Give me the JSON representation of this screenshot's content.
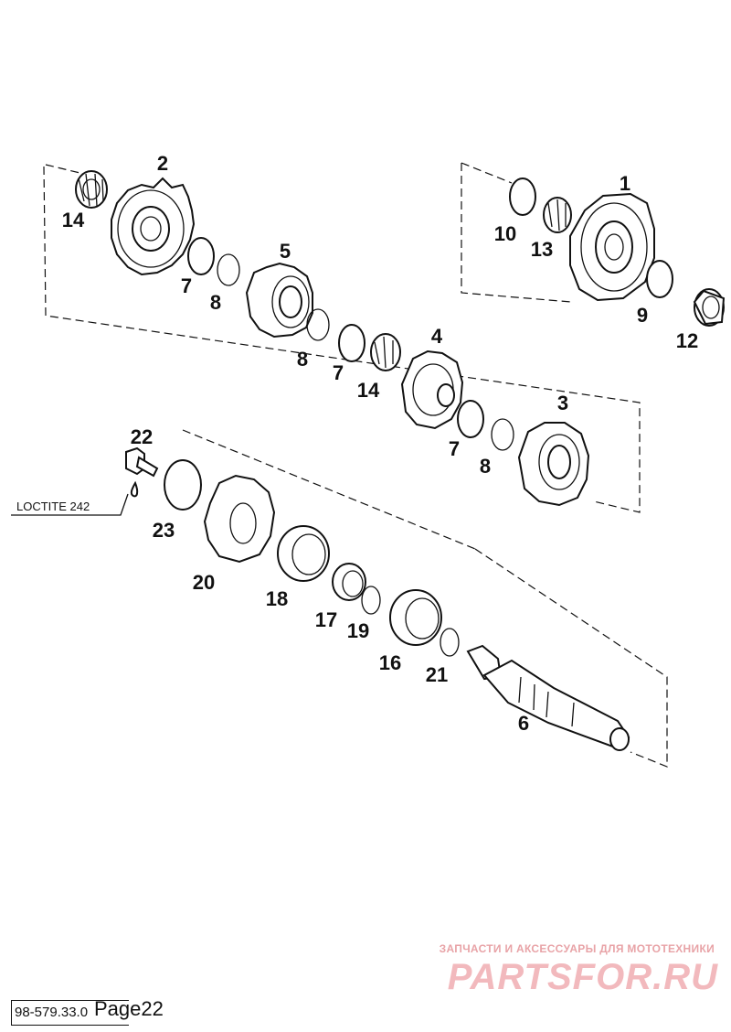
{
  "callouts": [
    {
      "id": "c1",
      "text": "1"
    },
    {
      "id": "c2",
      "text": "2"
    },
    {
      "id": "c3",
      "text": "3"
    },
    {
      "id": "c4",
      "text": "4"
    },
    {
      "id": "c5",
      "text": "5"
    },
    {
      "id": "c6",
      "text": "6"
    },
    {
      "id": "c7a",
      "text": "7"
    },
    {
      "id": "c7b",
      "text": "7"
    },
    {
      "id": "c7c",
      "text": "7"
    },
    {
      "id": "c8a",
      "text": "8"
    },
    {
      "id": "c8b",
      "text": "8"
    },
    {
      "id": "c8c",
      "text": "8"
    },
    {
      "id": "c9",
      "text": "9"
    },
    {
      "id": "c10",
      "text": "10"
    },
    {
      "id": "c12",
      "text": "12"
    },
    {
      "id": "c13",
      "text": "13"
    },
    {
      "id": "c14a",
      "text": "14"
    },
    {
      "id": "c14b",
      "text": "14"
    },
    {
      "id": "c16",
      "text": "16"
    },
    {
      "id": "c17",
      "text": "17"
    },
    {
      "id": "c18",
      "text": "18"
    },
    {
      "id": "c19",
      "text": "19"
    },
    {
      "id": "c20",
      "text": "20"
    },
    {
      "id": "c21",
      "text": "21"
    },
    {
      "id": "c22",
      "text": "22"
    },
    {
      "id": "c23",
      "text": "23"
    }
  ],
  "note": {
    "loctite": "LOCTITE 242"
  },
  "watermark": {
    "tagline": "ЗАПЧАСТИ И АКСЕССУАРЫ ДЛЯ МОТОТЕХНИКИ",
    "logo": "PARTSFOR.RU"
  },
  "footer": {
    "drawing_number": "98-579.33.0",
    "page_label": "Page22"
  },
  "colors": {
    "line": "#111111",
    "watermark": "#f2b9bd"
  }
}
